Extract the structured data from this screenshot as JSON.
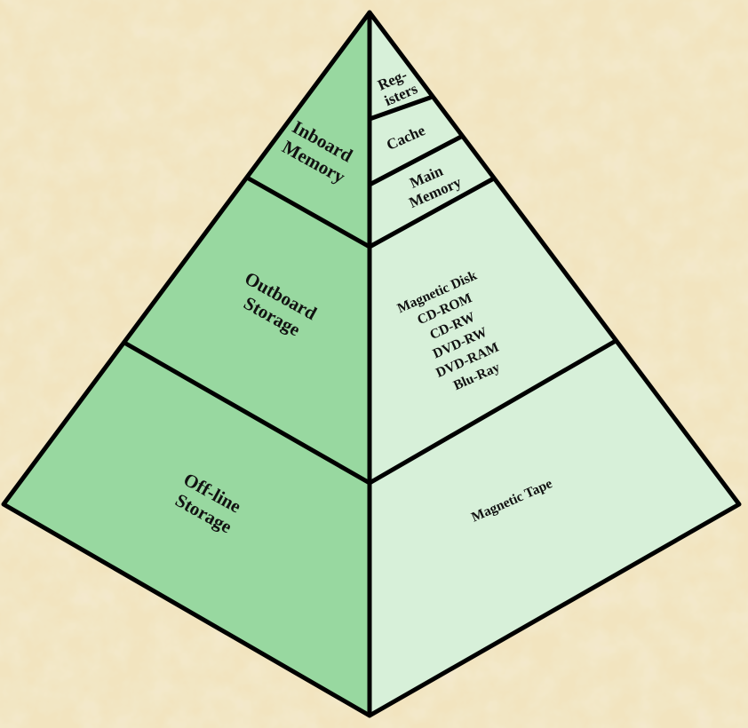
{
  "colors": {
    "left_face": "#98d8a0",
    "right_face": "#d7f0d9",
    "outline": "#000000",
    "background": "#eedfb6"
  },
  "left_tiers": {
    "inboard": [
      "Inboard",
      "Memory"
    ],
    "outboard": [
      "Outboard",
      "Storage"
    ],
    "offline": [
      "Off-line",
      "Storage"
    ]
  },
  "right_tiers": {
    "registers": [
      "Reg-",
      "isters"
    ],
    "cache": [
      "Cache"
    ],
    "main_memory": [
      "Main",
      "Memory"
    ],
    "outboard_media": [
      "Magnetic Disk",
      "CD-ROM",
      "CD-RW",
      "DVD-RW",
      "DVD-RAM",
      "Blu-Ray"
    ],
    "offline_media": [
      "Magnetic Tape"
    ]
  }
}
